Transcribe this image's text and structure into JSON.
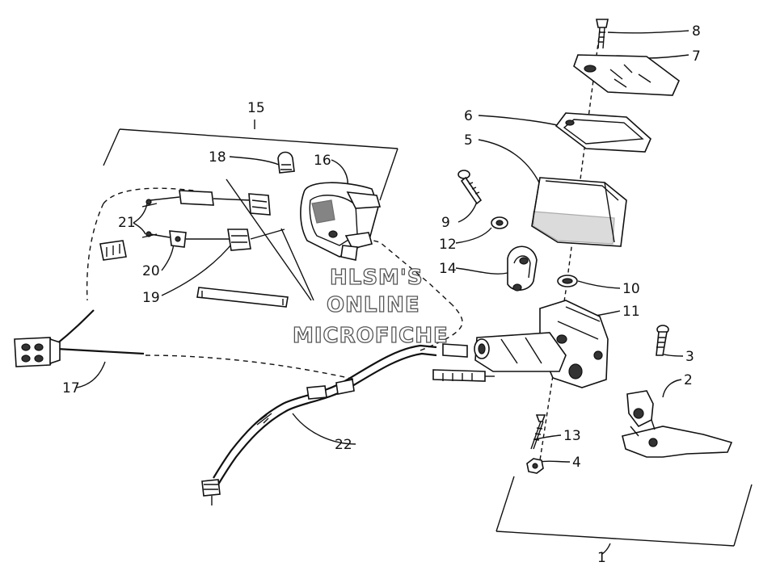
{
  "diagram": {
    "callouts": [
      "1",
      "2",
      "3",
      "4",
      "5",
      "6",
      "7",
      "8",
      "9",
      "10",
      "11",
      "12",
      "13",
      "14",
      "15",
      "16",
      "17",
      "18",
      "19",
      "20",
      "21",
      "22"
    ],
    "watermark": [
      "HLSM'S",
      "ONLINE",
      "MICROFICHE"
    ]
  }
}
